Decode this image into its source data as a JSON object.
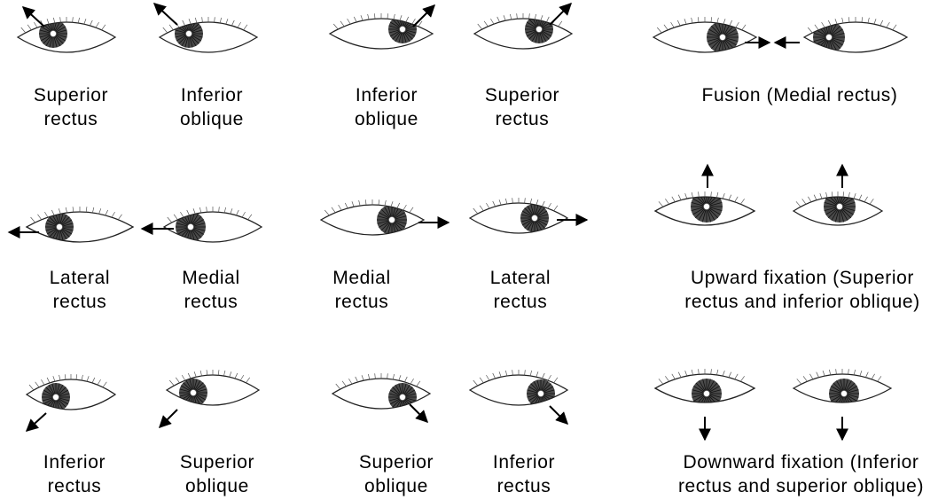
{
  "diagram": {
    "rows": [
      {
        "id": "row1",
        "items": [
          {
            "line1": "Superior",
            "line2": "rectus"
          },
          {
            "line1": "Inferior",
            "line2": "oblique"
          },
          {
            "line1": "Inferior",
            "line2": "oblique"
          },
          {
            "line1": "Superior",
            "line2": "rectus"
          },
          {
            "line1": "Fusion (Medial rectus)",
            "line2": ""
          }
        ]
      },
      {
        "id": "row2",
        "items": [
          {
            "line1": "Lateral",
            "line2": "rectus"
          },
          {
            "line1": "Medial",
            "line2": "rectus"
          },
          {
            "line1": "Medial",
            "line2": "rectus"
          },
          {
            "line1": "Lateral",
            "line2": "rectus"
          },
          {
            "line1": "Upward fixation (Superior",
            "line2": "rectus and inferior oblique)"
          }
        ]
      },
      {
        "id": "row3",
        "items": [
          {
            "line1": "Inferior",
            "line2": "rectus"
          },
          {
            "line1": "Superior",
            "line2": "oblique"
          },
          {
            "line1": "Superior",
            "line2": "oblique"
          },
          {
            "line1": "Inferior",
            "line2": "rectus"
          },
          {
            "line1": "Downward fixation (Inferior",
            "line2": "rectus and superior oblique)"
          }
        ]
      }
    ]
  }
}
